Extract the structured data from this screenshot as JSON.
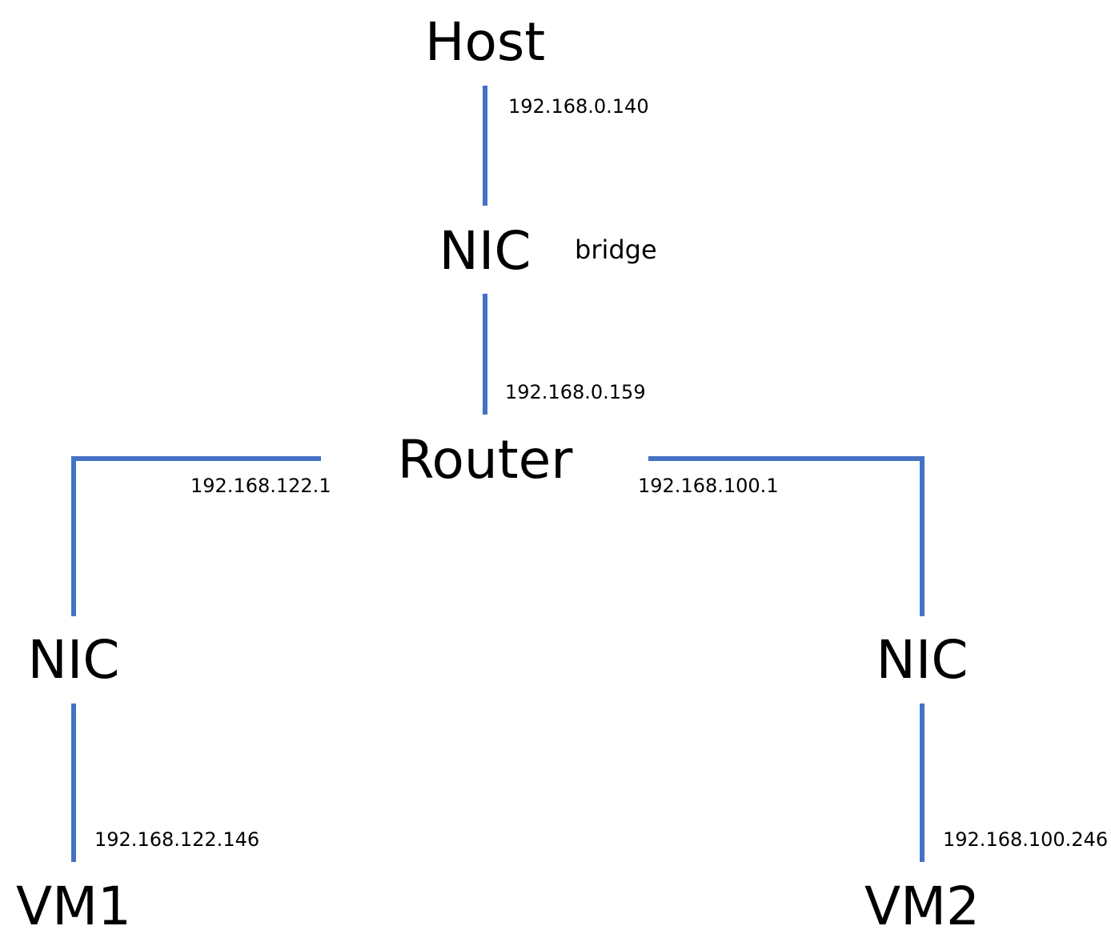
{
  "colors": {
    "link": "#4472C4",
    "text": "#000000",
    "background": "#FFFFFF"
  },
  "nodes": {
    "host": "Host",
    "nic_host": "NIC",
    "router": "Router",
    "nic_vm1": "NIC",
    "nic_vm2": "NIC",
    "vm1": "VM1",
    "vm2": "VM2"
  },
  "notes": {
    "bridge": "bridge"
  },
  "addresses": {
    "host": "192.168.0.140",
    "router_wan": "192.168.0.159",
    "router_vm1_side": "192.168.122.1",
    "router_vm2_side": "192.168.100.1",
    "vm1": "192.168.122.146",
    "vm2": "192.168.100.246"
  }
}
